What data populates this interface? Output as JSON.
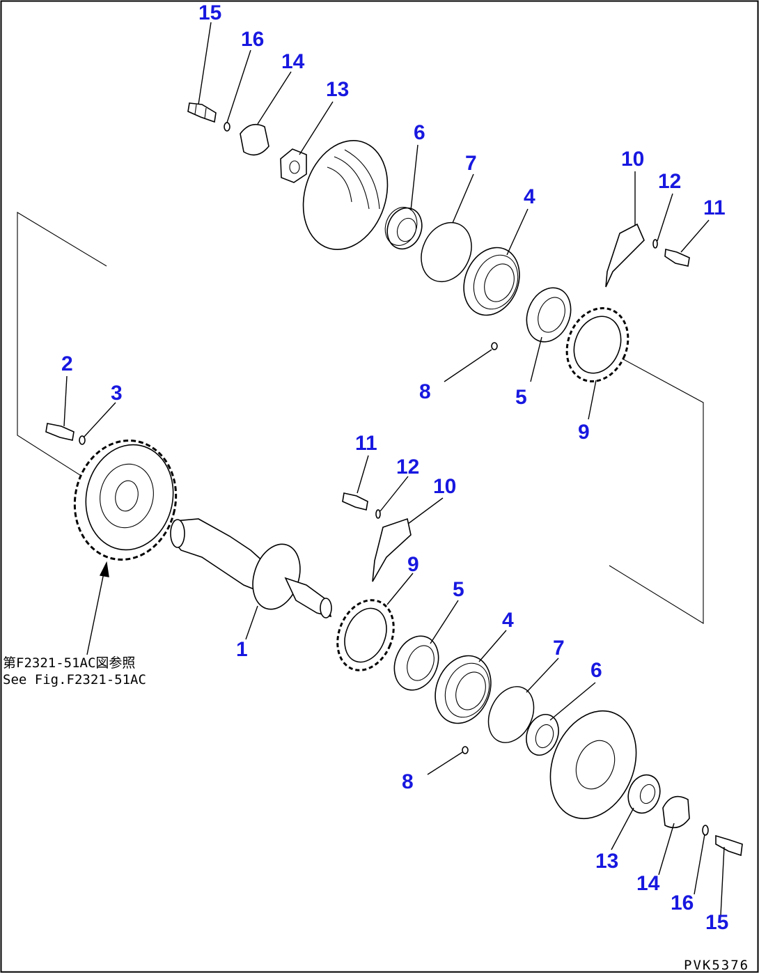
{
  "figure_code": "PVK5376",
  "reference_note": {
    "line1": "第F2321-51AC図参照",
    "line2": "See Fig.F2321-51AC"
  },
  "callouts": {
    "upper_15": "15",
    "upper_16": "16",
    "upper_14": "14",
    "upper_13": "13",
    "upper_6": "6",
    "upper_7": "7",
    "upper_4": "4",
    "upper_10": "10",
    "upper_12": "12",
    "upper_11": "11",
    "upper_8": "8",
    "upper_5": "5",
    "upper_9": "9",
    "left_2": "2",
    "left_3": "3",
    "mid_11": "11",
    "mid_12": "12",
    "mid_10": "10",
    "mid_9": "9",
    "shaft_1": "1",
    "lower_5": "5",
    "lower_4": "4",
    "lower_7": "7",
    "lower_6": "6",
    "lower_8": "8",
    "lower_13": "13",
    "lower_14": "14",
    "lower_16": "16",
    "lower_15": "15"
  }
}
